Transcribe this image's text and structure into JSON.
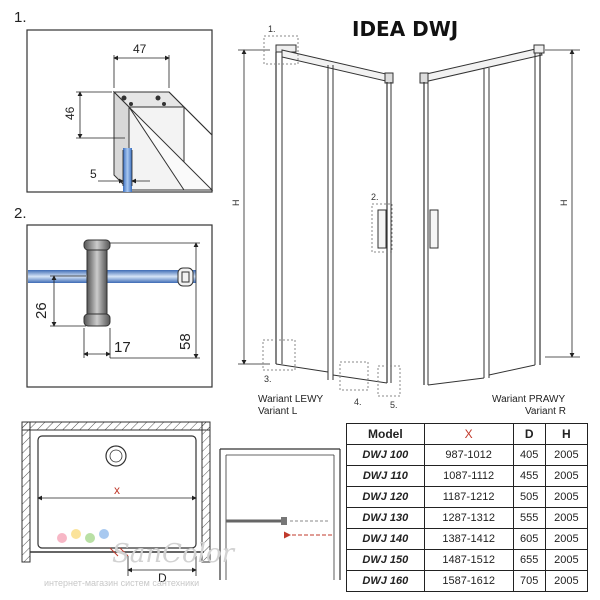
{
  "title": "IDEA DWJ",
  "detail1": {
    "number": "1.",
    "width_label": "47",
    "height_label": "46",
    "offset_label": "5"
  },
  "detail2": {
    "number": "2.",
    "left_label": "26",
    "bottom_label": "17",
    "right_label": "58"
  },
  "callouts": {
    "c1": "1.",
    "c2": "2.",
    "c3": "3.",
    "c4": "4.",
    "c5": "5."
  },
  "height_label_left": "H",
  "height_label_right": "H",
  "variant_left": {
    "line1": "Wariant LEWY",
    "line2": "Variant L"
  },
  "variant_right": {
    "line1": "Wariant PRAWY",
    "line2": "Variant R"
  },
  "plan": {
    "x_label": "x",
    "d_label": "D"
  },
  "watermark": {
    "brand": "SanColor",
    "tagline": "интернет-магазин систем сантехники"
  },
  "table": {
    "headers": [
      "Model",
      "X",
      "D",
      "H"
    ],
    "rows": [
      [
        "DWJ 100",
        "987-1012",
        "405",
        "2005"
      ],
      [
        "DWJ 110",
        "1087-1112",
        "455",
        "2005"
      ],
      [
        "DWJ 120",
        "1187-1212",
        "505",
        "2005"
      ],
      [
        "DWJ 130",
        "1287-1312",
        "555",
        "2005"
      ],
      [
        "DWJ 140",
        "1387-1412",
        "605",
        "2005"
      ],
      [
        "DWJ 150",
        "1487-1512",
        "655",
        "2005"
      ],
      [
        "DWJ 160",
        "1587-1612",
        "705",
        "2005"
      ]
    ]
  },
  "colors": {
    "glass": "#5b8fd6",
    "line": "#333333",
    "accent_red": "#c0392b",
    "dashed": "#999999"
  }
}
